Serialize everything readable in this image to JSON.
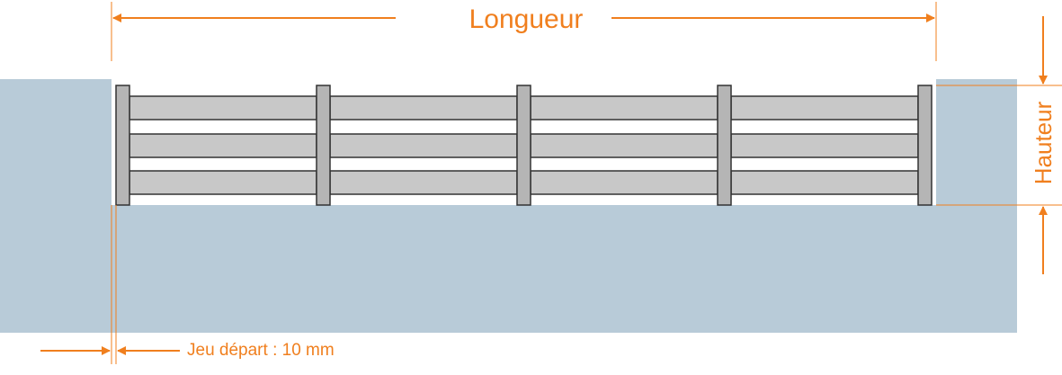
{
  "labels": {
    "length": "Longueur",
    "height": "Hauteur",
    "start_gap": "Jeu départ : 10 mm"
  },
  "colors": {
    "accent": "#f07f1e",
    "wall": "#b8cbd8",
    "slat": "#c8c8c8",
    "outline": "#333333",
    "post": "#b5b5b5"
  },
  "fence": {
    "posts": 5,
    "slats_per_bay": 3
  }
}
